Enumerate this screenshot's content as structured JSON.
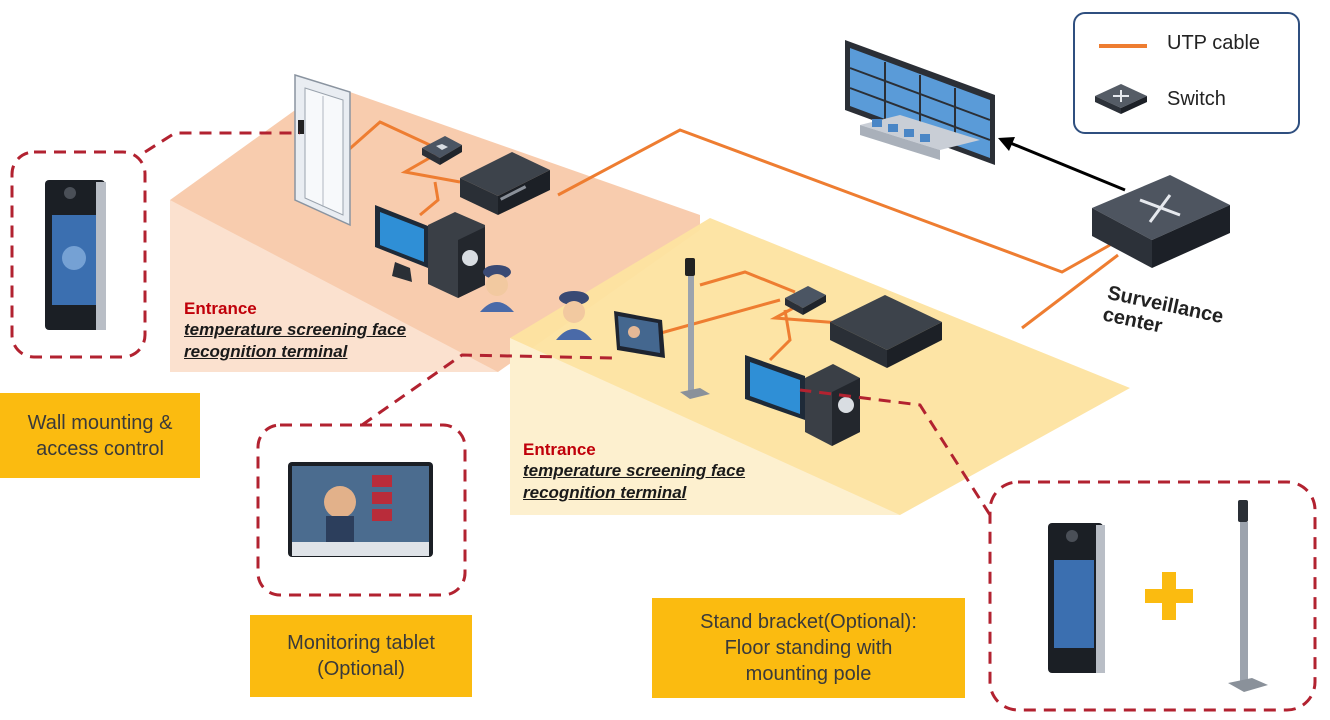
{
  "legend": {
    "items": [
      {
        "label": "UTP cable",
        "icon": "orange-line-icon"
      },
      {
        "label": "Switch",
        "icon": "switch-icon"
      }
    ]
  },
  "surveillance_center": {
    "line1": "Surveillance",
    "line2": "center"
  },
  "zones": [
    {
      "title": "Entrance",
      "subtitle_line1": "temperature screening face",
      "subtitle_line2": "recognition terminal"
    },
    {
      "title": "Entrance",
      "subtitle_line1": "temperature screening face",
      "subtitle_line2": "recognition terminal"
    }
  ],
  "callouts": {
    "wall": {
      "line1": "Wall mounting &",
      "line2": "access control"
    },
    "tablet": {
      "line1": "Monitoring tablet",
      "line2": "(Optional)"
    },
    "stand": {
      "line1": "Stand bracket(Optional):",
      "line2": "Floor standing with",
      "line3": "mounting pole"
    }
  },
  "colors": {
    "utp_cable": "#ee7d31",
    "zone_left": "#f6c9a8",
    "zone_right": "#fde5a4",
    "callout_bg": "#fbbb10",
    "dashed_border": "#b22230",
    "legend_border": "#2f4f7f"
  }
}
